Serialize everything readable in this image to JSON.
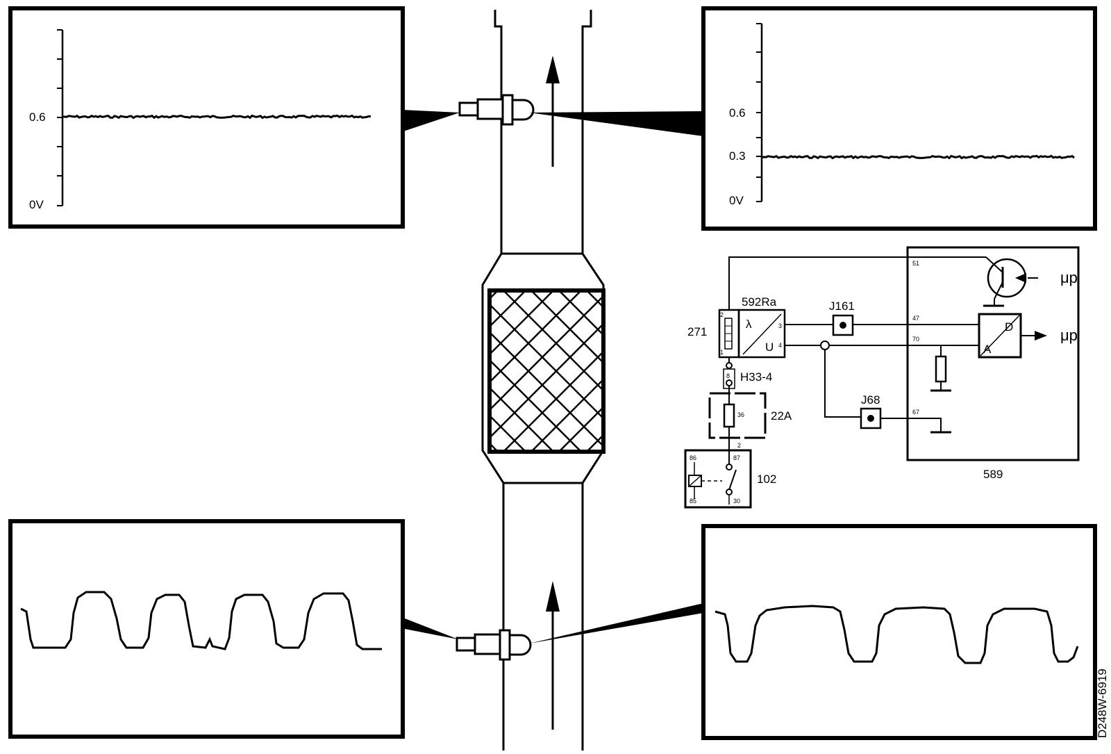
{
  "diagram": {
    "figure_id": "D248W-6919",
    "scope_upstream_left": {
      "ticks": [
        "0.6",
        "0V"
      ]
    },
    "scope_downstream_right": {
      "ticks": [
        "0.6",
        "0.3",
        "0V"
      ]
    },
    "components": {
      "sensor": "271",
      "converter": "592Ra",
      "converter_in": "λ",
      "converter_out": "U",
      "junction_1": "J161",
      "junction_2": "J68",
      "connector": "H33-4",
      "fuse": "22A",
      "relay": "102",
      "ecu": "589",
      "ecu_output_1": "μp",
      "ecu_output_2": "μp",
      "adc_d": "D",
      "adc_a": "A"
    },
    "pins": {
      "p51": "51",
      "p47": "47",
      "p70": "70",
      "p67": "67",
      "s2": "2",
      "s1": "1",
      "c3": "3",
      "c4": "4",
      "h8": "8",
      "f36": "36",
      "f2": "2",
      "r86": "86",
      "r87": "87",
      "r85": "85",
      "r30": "30"
    }
  }
}
